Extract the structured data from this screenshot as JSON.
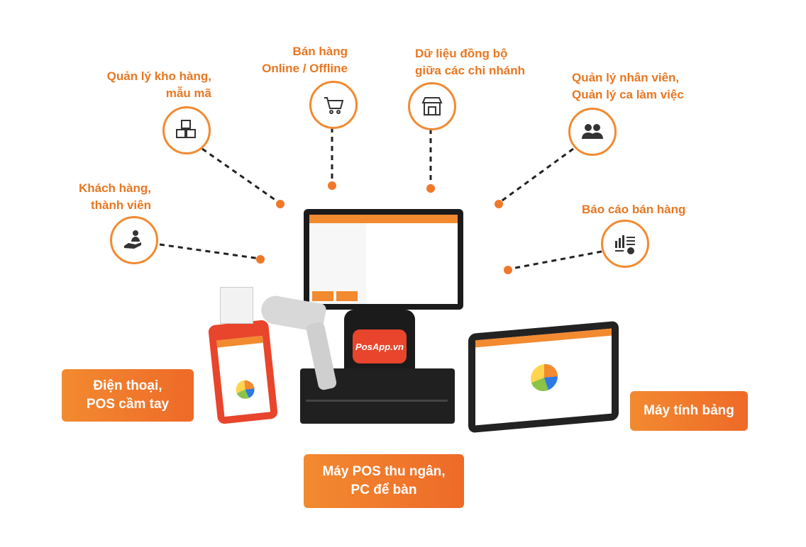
{
  "features": {
    "warehouse": {
      "line1": "Quản lý kho hàng,",
      "line2": "mẫu mã",
      "icon": "boxes-icon"
    },
    "online": {
      "line1": "Bán hàng",
      "line2": "Online / Offline",
      "icon": "cart-icon"
    },
    "sync": {
      "line1": "Dữ liệu đồng bộ",
      "line2": "giữa các chi nhánh",
      "icon": "store-icon"
    },
    "staff": {
      "line1": "Quản lý nhân viên,",
      "line2": "Quản lý ca làm việc",
      "icon": "people-icon"
    },
    "customers": {
      "line1": "Khách hàng,",
      "line2": "thành viên",
      "icon": "hand-person-icon"
    },
    "reports": {
      "line1": "Báo cáo bán hàng",
      "icon": "report-icon"
    }
  },
  "devices": {
    "phone": {
      "line1": "Điện thoại,",
      "line2": "POS cầm tay"
    },
    "pos": {
      "line1": "Máy POS thu ngân,",
      "line2": "PC để bàn"
    },
    "tablet": {
      "label": "Máy tính bảng"
    }
  },
  "brand": {
    "logo": "PosApp.vn"
  },
  "colors": {
    "accent": "#f28a30",
    "accent_dark": "#ee6a28",
    "line": "#222222"
  }
}
